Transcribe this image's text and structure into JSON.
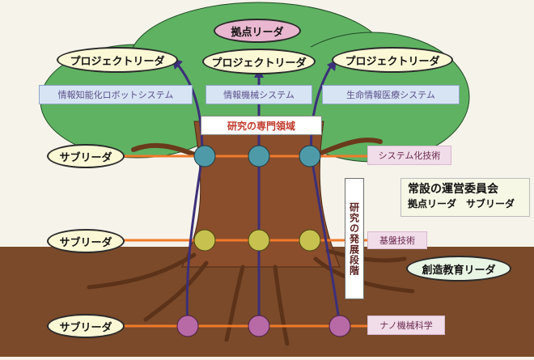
{
  "diagram": {
    "base_leader": "拠点リーダ",
    "project_leaders": [
      "プロジェクトリーダ",
      "プロジェクトリーダ",
      "プロジェクトリーダ"
    ],
    "research_domains": [
      "情報知能化ロボットシステム",
      "情報機械システム",
      "生命情報医療システム"
    ],
    "specialized_field_label": "研究の専門領域",
    "sub_leaders": [
      "サブリーダ",
      "サブリーダ",
      "サブリーダ"
    ],
    "tech_levels": [
      "システム化技術",
      "基盤技術",
      "ナノ機械科学"
    ],
    "development_stage_label": "研究の発展段階",
    "committee": {
      "title": "常設の運営委員会",
      "members": "拠点リーダ　サブリーダ"
    },
    "creative_education_leader": "創造教育リーダ"
  },
  "colors": {
    "canopy": "#5fb262",
    "trunk": "#8a4e2c",
    "ground": "#7a4a2a",
    "node_top": "#4f9aa8",
    "node_mid": "#c7c24f",
    "node_low": "#b76aa6",
    "line_purple": "#3c2f7a",
    "line_orange": "#f07a2b"
  }
}
